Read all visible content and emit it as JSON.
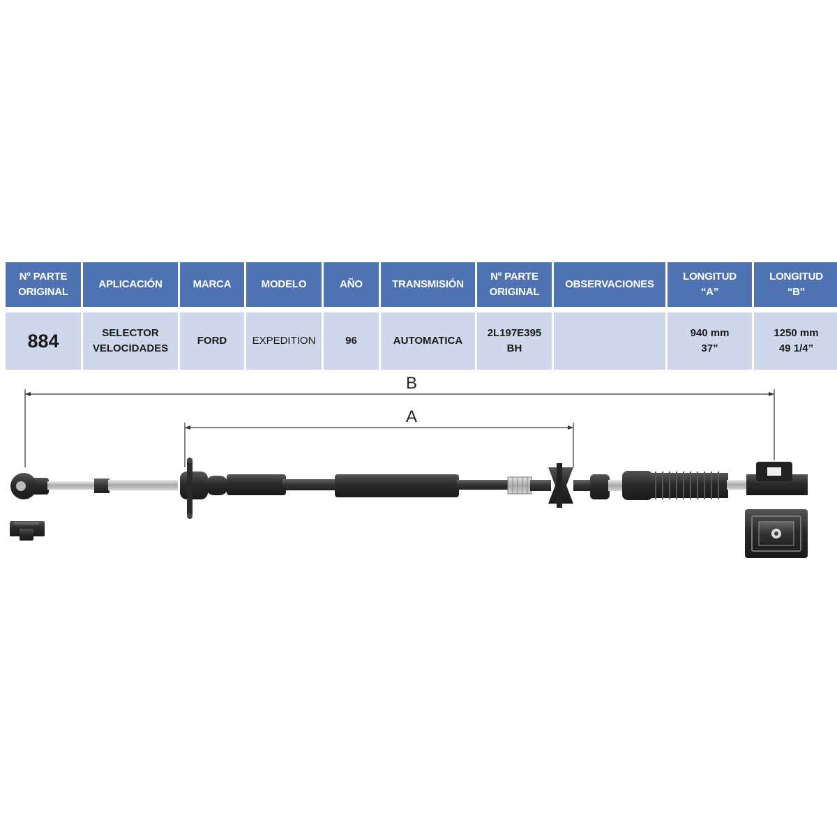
{
  "table": {
    "headers": [
      {
        "line1": "Nº PARTE",
        "line2": "ORIGINAL"
      },
      {
        "line1": "APLICACIÓN",
        "line2": ""
      },
      {
        "line1": "MARCA",
        "line2": ""
      },
      {
        "line1": "MODELO",
        "line2": ""
      },
      {
        "line1": "AÑO",
        "line2": ""
      },
      {
        "line1": "TRANSMISIÓN",
        "line2": ""
      },
      {
        "line1": "Nº PARTE",
        "line2": "ORIGINAL"
      },
      {
        "line1": "OBSERVACIONES",
        "line2": ""
      },
      {
        "line1": "LONGITUD",
        "line2": "“A”"
      },
      {
        "line1": "LONGITUD",
        "line2": "“B”"
      }
    ],
    "row": {
      "part_number": "884",
      "application": {
        "line1": "SELECTOR",
        "line2": "VELOCIDADES"
      },
      "brand": "FORD",
      "model": "EXPEDITION",
      "year": "96",
      "transmission": "AUTOMATICA",
      "original_part": {
        "line1": "2L197E395",
        "line2": "BH"
      },
      "observations": "",
      "length_a": {
        "line1": "940 mm",
        "line2": "37”"
      },
      "length_b": {
        "line1": "1250 mm",
        "line2": "49 1/4”"
      }
    }
  },
  "diagram": {
    "label_b": "B",
    "label_a": "A"
  },
  "colors": {
    "header_bg": "#4f72b3",
    "cell_bg": "#cfd8ea",
    "cable_dark": "#2a2a2a"
  }
}
